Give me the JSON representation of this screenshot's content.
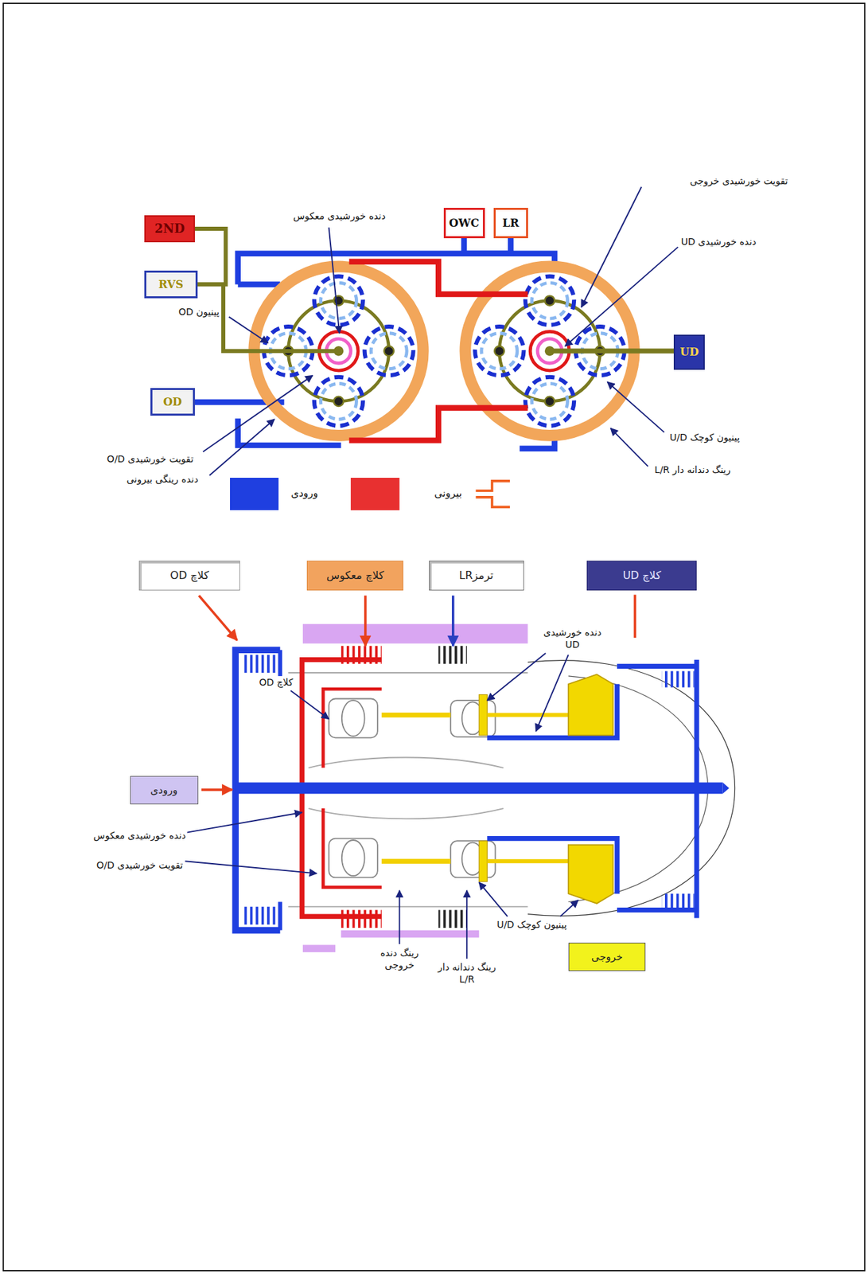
{
  "diagram": {
    "nodes": [
      {
        "text": [
          "2ND"
        ]
      },
      {
        "text": [
          "OWC"
        ]
      },
      {
        "text": [
          "LR"
        ]
      },
      {
        "text": [
          "RVS"
        ]
      },
      {
        "text": [
          "UD"
        ]
      },
      {
        "text": [
          "OD"
        ]
      },
      {
        "text": [
          "کلاچ OD"
        ]
      },
      {
        "text": [
          "کلاچ معکوس"
        ]
      },
      {
        "text": [
          "ترمزLR"
        ]
      },
      {
        "text": [
          "کلاچ UD"
        ]
      },
      {
        "text": [
          "ورودی"
        ]
      },
      {
        "text": [
          "خروجی"
        ]
      }
    ],
    "edges": [
      {
        "from": 0,
        "to": 3,
        "arrow": "none"
      },
      {
        "from": 1,
        "to": 2,
        "arrow": "none"
      }
    ],
    "labels": [
      "دنده خورشیدی معکوس",
      "تقویت خورشیدی خروجی",
      "دنده خورشیدی UD",
      "پینیون OD",
      "پینیون کوچک U/D",
      "تقویت خورشیدی O/D",
      "رینگ دندانه دار L/R",
      "دنده رینگی بیرونی",
      "دنده خورشیدی UD",
      "کلاچ OD",
      "دنده خورشیدی معکوس",
      "تقویت خورشیدی O/D",
      "پینیون کوچک U/D",
      "رینگ دنده خروجی",
      "رینگ دندانه دار L/R"
    ],
    "legend": [
      {
        "text": "ورودی",
        "color": "#1f3fe0"
      },
      {
        "text": "بیرونی"
      }
    ]
  }
}
